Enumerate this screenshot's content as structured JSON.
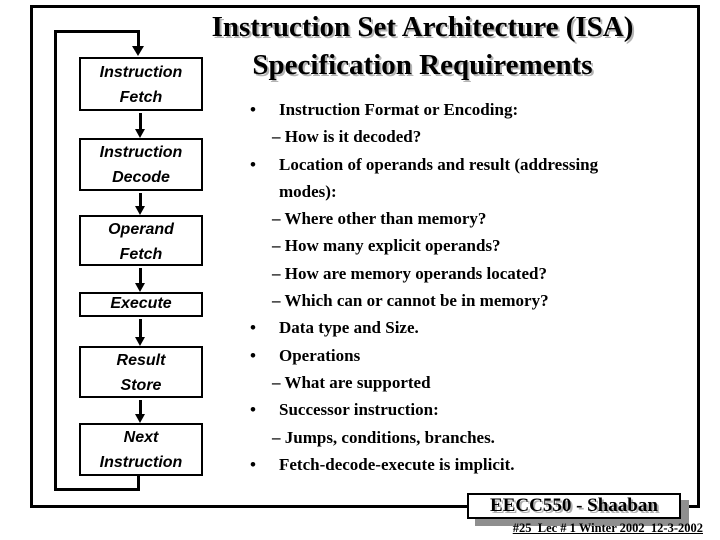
{
  "slide": {
    "title_line1": "Instruction Set Architecture (ISA)",
    "title_line2": "Specification Requirements"
  },
  "glyphs": {
    "bullet": "•"
  },
  "flowchart": {
    "steps": [
      {
        "lines": [
          "Instruction",
          "Fetch"
        ]
      },
      {
        "lines": [
          "Instruction",
          "Decode"
        ]
      },
      {
        "lines": [
          "Operand",
          "Fetch"
        ]
      },
      {
        "lines": [
          "Execute"
        ]
      },
      {
        "lines": [
          "Result",
          "Store"
        ]
      },
      {
        "lines": [
          "Next",
          "Instruction"
        ]
      }
    ]
  },
  "bullets": [
    {
      "text": "Instruction Format or Encoding:",
      "subs": [
        "– How is it decoded?"
      ]
    },
    {
      "text": "Location of operands and result (addressing modes):",
      "subs": [
        "– Where other than memory?",
        "– How many explicit operands?",
        "– How are memory operands located?",
        "– Which can or cannot be in memory?"
      ]
    },
    {
      "text": "Data type and Size.",
      "subs": []
    },
    {
      "text": " Operations",
      "subs": [
        "– What are supported"
      ]
    },
    {
      "text": "Successor instruction:",
      "subs": [
        "– Jumps, conditions, branches."
      ]
    },
    {
      "text": "Fetch-decode-execute is implicit.",
      "subs": []
    }
  ],
  "footer": {
    "course": "EECC550 - Shaaban",
    "lecture_info": "#25  Lec # 1 Winter 2002  12-3-2002"
  },
  "colors": {
    "text": "#000000",
    "background": "#ffffff",
    "shadow_gray": "#8f8f8f"
  }
}
